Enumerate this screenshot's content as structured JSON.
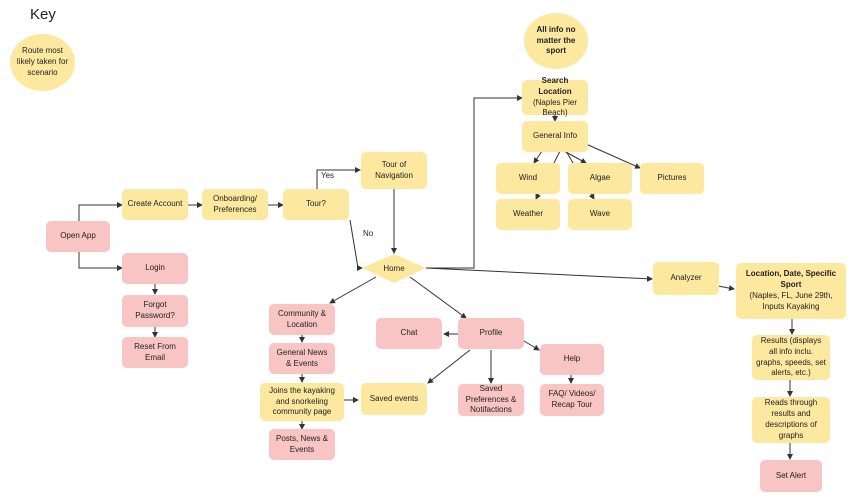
{
  "key": {
    "title": "Key",
    "legend_label": "Route most likely taken for scenario"
  },
  "nodes": {
    "all_info": "All info no matter the sport",
    "search_location": "Search Location",
    "search_location_sub": "(Naples Pier Beach)",
    "general_info": "General Info",
    "wind": "Wind",
    "algae": "Algae",
    "pictures": "Pictures",
    "weather": "Weather",
    "wave": "Wave",
    "open_app": "Open App",
    "create_account": "Create Account",
    "onboarding": "Onboarding/ Preferences",
    "tour_q": "Tour?",
    "tour_nav": "Tour of Navigation",
    "home": "Home",
    "login": "Login",
    "forgot_password": "Forgot Password?",
    "reset_email": "Reset From Email",
    "community_location": "Community & Location",
    "general_news": "General News & Events",
    "joins_community": "Joins the kayaking and snorkeling community page",
    "posts_news": "Posts, News & Events",
    "saved_events": "Saved events",
    "chat": "Chat",
    "profile": "Profile",
    "help": "Help",
    "saved_prefs": "Saved Preferences & Notifactions",
    "faq": "FAQ/ Videos/ Recap Tour",
    "analyzer": "Analyzer",
    "location_date": "Location, Date, Specific Sport",
    "location_date_sub": "(Naples, FL,  June 29th, Inputs Kayaking",
    "results": "Results (displays all info inclu. graphs, speeds, set alerts, etc.)",
    "reads_results": "Reads through results and descriptions of graphs",
    "set_alert": "Set Alert"
  },
  "edge_labels": {
    "yes": "Yes",
    "no": "No"
  },
  "colors": {
    "route": "#fde8a0",
    "other": "#f8c4c4",
    "lines": "#333333"
  }
}
